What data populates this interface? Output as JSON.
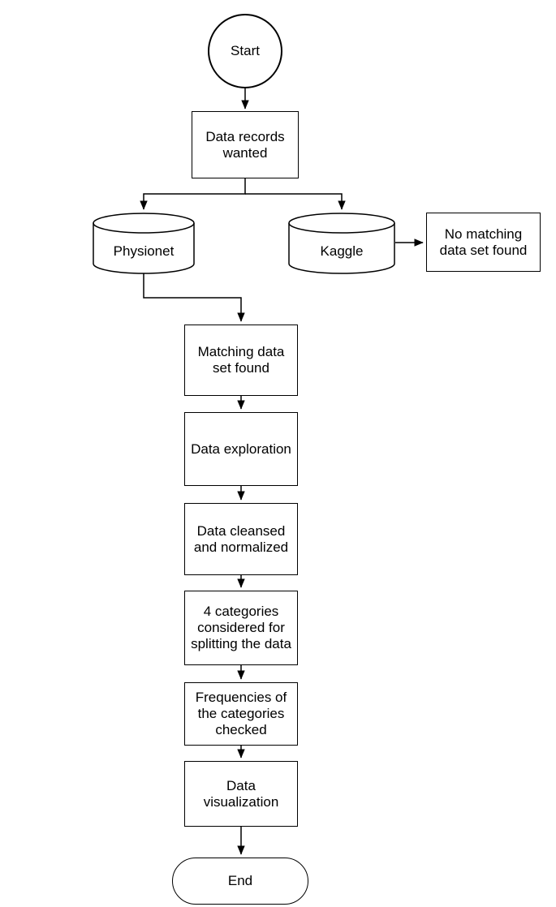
{
  "flowchart": {
    "background_color": "#ffffff",
    "stroke_color": "#000000",
    "text_color": "#000000",
    "nodes": {
      "start": {
        "shape": "circle",
        "lines": [
          "Start"
        ]
      },
      "data_records": {
        "shape": "rectangle",
        "lines": [
          "Data records",
          "wanted"
        ]
      },
      "physionet": {
        "shape": "cylinder",
        "lines": [
          "Physionet"
        ]
      },
      "kaggle": {
        "shape": "cylinder",
        "lines": [
          "Kaggle"
        ]
      },
      "no_match": {
        "shape": "rectangle",
        "lines": [
          "No matching",
          "data set found"
        ]
      },
      "matching": {
        "shape": "rectangle",
        "lines": [
          "Matching data",
          "set found"
        ]
      },
      "exploration": {
        "shape": "rectangle",
        "lines": [
          "Data exploration"
        ]
      },
      "cleansed": {
        "shape": "rectangle",
        "lines": [
          "Data cleansed",
          "and normalized"
        ]
      },
      "categories": {
        "shape": "rectangle",
        "lines": [
          "4 categories",
          "considered for",
          "splitting the data"
        ]
      },
      "frequencies": {
        "shape": "rectangle",
        "lines": [
          "Frequencies of",
          "the categories",
          "checked"
        ]
      },
      "visualization": {
        "shape": "rectangle",
        "lines": [
          "Data",
          "visualization"
        ]
      },
      "end": {
        "shape": "terminator",
        "lines": [
          "End"
        ]
      }
    },
    "edges": [
      {
        "from": "start",
        "to": "data_records"
      },
      {
        "from": "data_records",
        "to": "physionet"
      },
      {
        "from": "data_records",
        "to": "kaggle"
      },
      {
        "from": "kaggle",
        "to": "no_match"
      },
      {
        "from": "physionet",
        "to": "matching"
      },
      {
        "from": "matching",
        "to": "exploration"
      },
      {
        "from": "exploration",
        "to": "cleansed"
      },
      {
        "from": "cleansed",
        "to": "categories"
      },
      {
        "from": "categories",
        "to": "frequencies"
      },
      {
        "from": "frequencies",
        "to": "visualization"
      },
      {
        "from": "visualization",
        "to": "end"
      }
    ]
  }
}
